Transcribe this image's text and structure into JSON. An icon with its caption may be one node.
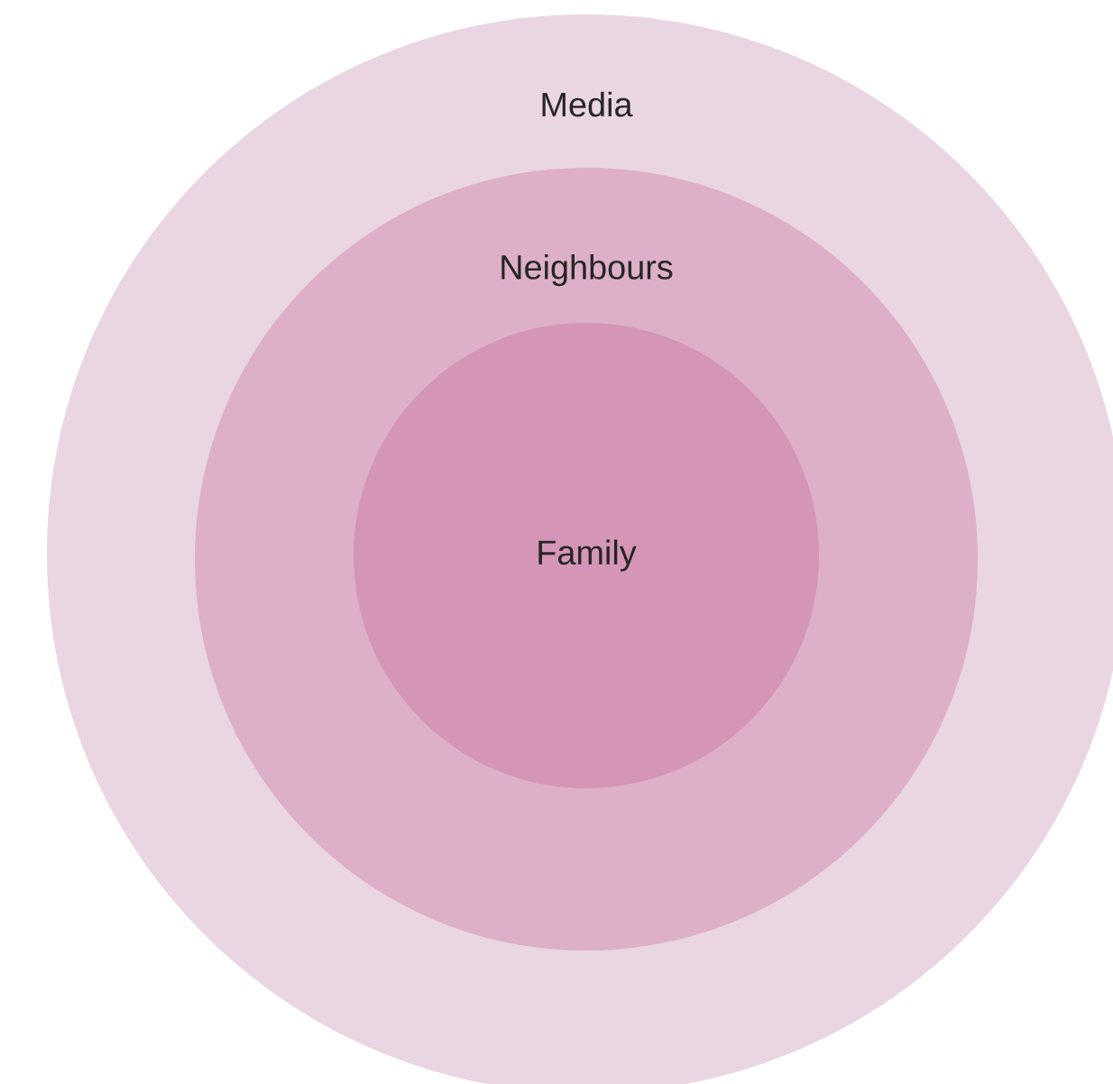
{
  "diagram": {
    "nodes": [
      {
        "text": [
          "Media"
        ]
      },
      {
        "text": [
          "Neighbours"
        ],
        "in": 0
      },
      {
        "text": [
          "Family"
        ],
        "in": 1
      }
    ]
  }
}
